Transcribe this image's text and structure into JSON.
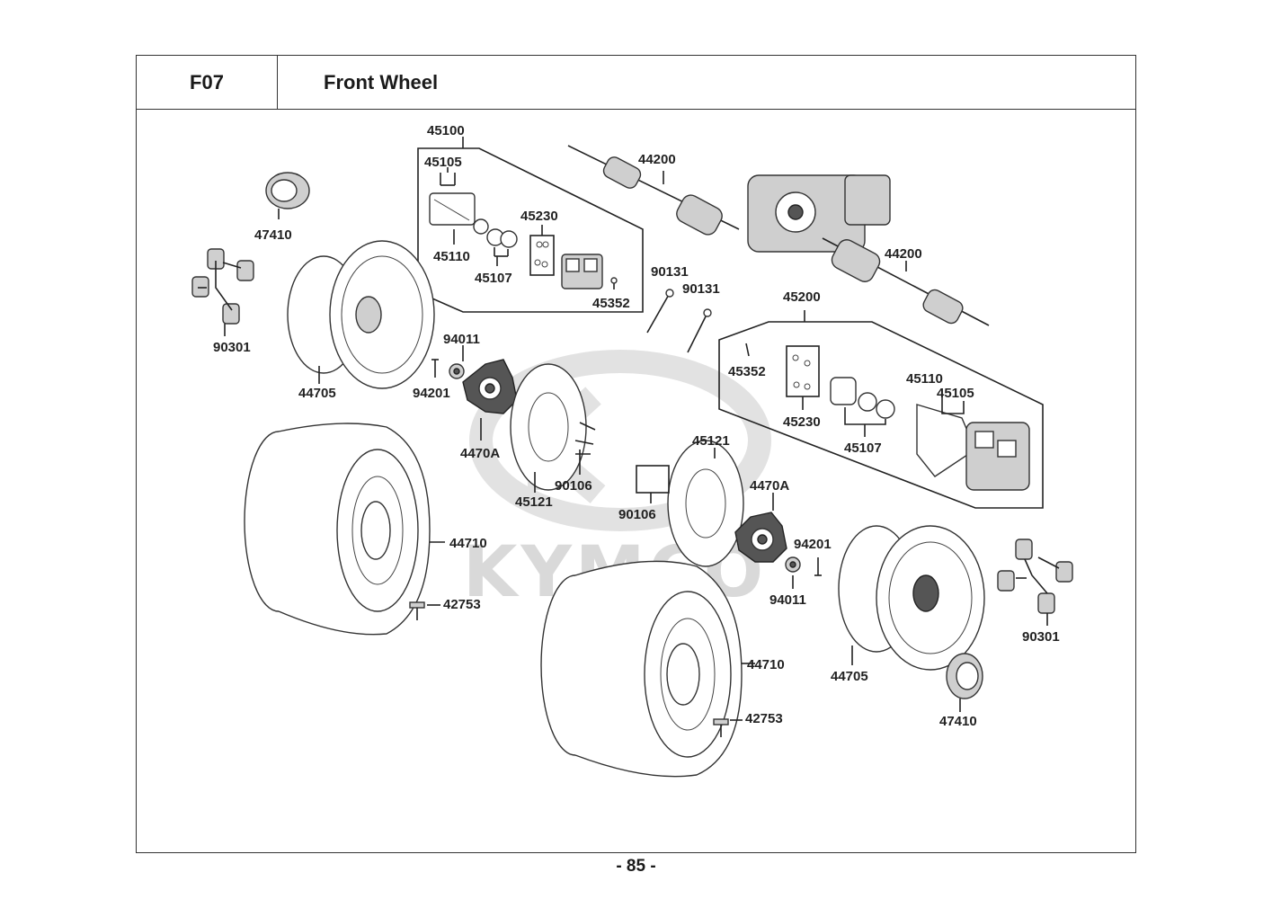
{
  "header": {
    "code": "F07",
    "title": "Front Wheel"
  },
  "watermark": "KYMCO",
  "page_number": "- 85 -",
  "callouts": [
    "45100",
    "45105",
    "45110",
    "45107",
    "45230",
    "45352",
    "44200",
    "44200",
    "47410",
    "90301",
    "44705",
    "94011",
    "94201",
    "4470A",
    "90131",
    "90131",
    "45200",
    "45352",
    "45230",
    "45107",
    "45110",
    "45105",
    "45121",
    "90106",
    "45121",
    "90106",
    "4470A",
    "94201",
    "94011",
    "44710",
    "42753",
    "44710",
    "42753",
    "44705",
    "90301",
    "47410"
  ]
}
